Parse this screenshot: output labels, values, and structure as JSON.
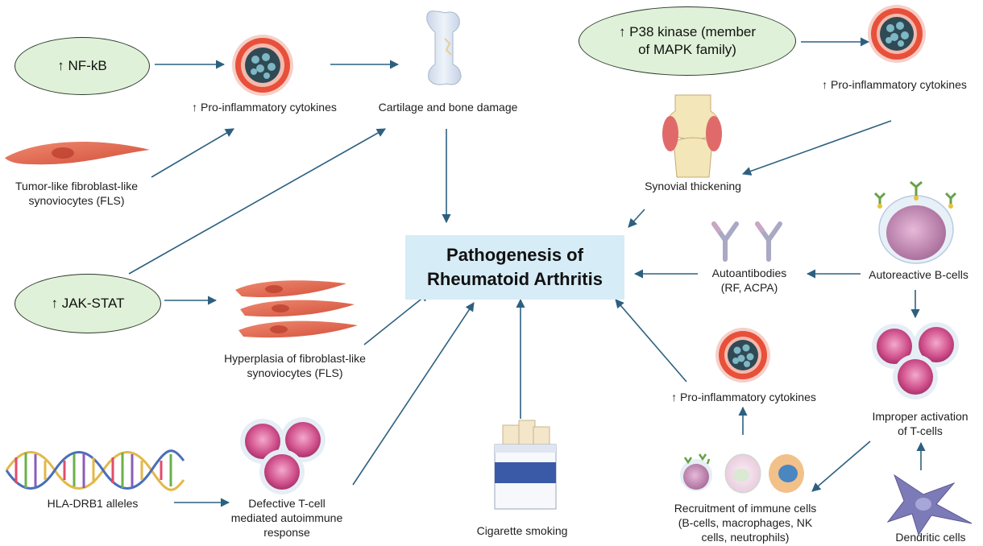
{
  "center": {
    "line1": "Pathogenesis of",
    "line2": "Rheumatoid Arthritis"
  },
  "nodes": {
    "nfkb": "↑ NF-kB",
    "p38_line1": "↑ P38 kinase (member",
    "p38_line2": "of MAPK family)",
    "jakstat": "↑ JAK-STAT",
    "cytokines_nfkb": "↑ Pro-inflammatory cytokines",
    "cytokines_p38": "↑ Pro-inflammatory cytokines",
    "cytokines_immune": "↑ Pro-inflammatory cytokines",
    "cartilage": "Cartilage and bone damage",
    "tumor_fls_line1": "Tumor-like fibroblast-like",
    "tumor_fls_line2": "synoviocytes (FLS)",
    "synovial": "Synovial thickening",
    "autoantibodies_line1": "Autoantibodies",
    "autoantibodies_line2": "(RF, ACPA)",
    "autoreactive_b": "Autoreactive B-cells",
    "hyperplasia_line1": "Hyperplasia of fibroblast-like",
    "hyperplasia_line2": "synoviocytes (FLS)",
    "improper_line1": "Improper activation",
    "improper_line2": "of T-cells",
    "hla": "HLA-DRB1 alleles",
    "defective_line1": "Defective T-cell",
    "defective_line2": "mediated autoimmune",
    "defective_line3": "response",
    "smoking": "Cigarette smoking",
    "recruit_line1": "Recruitment of immune cells",
    "recruit_line2": "(B-cells, macrophages, NK",
    "recruit_line3": "cells, neutrophils)",
    "dendritic": "Dendritic cells"
  },
  "colors": {
    "arrow": "#2d6080",
    "oval_fill": "#dff1d8",
    "center_fill": "#d6ecf7",
    "cell_pink": "#d9669a",
    "cytokine_ring": "#e8503a",
    "fibroblast": "#e0664c"
  }
}
